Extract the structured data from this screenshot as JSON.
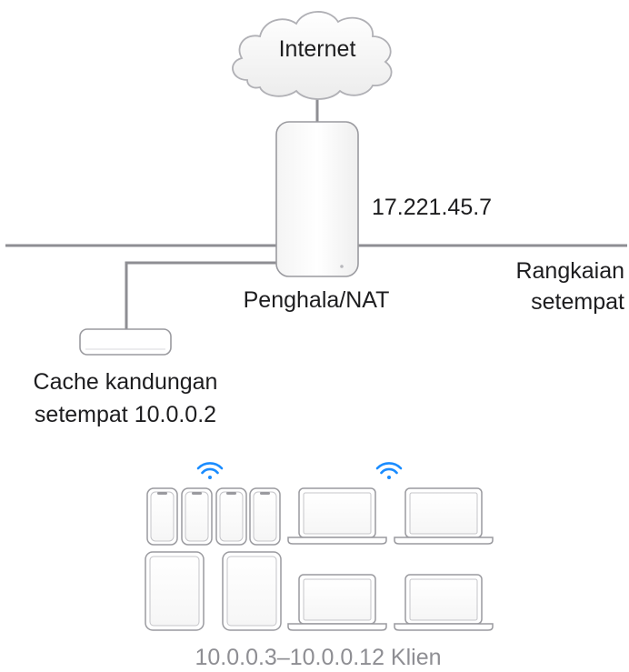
{
  "labels": {
    "internet": "Internet",
    "public_ip": "17.221.45.7",
    "router": "Penghala/NAT",
    "local_network_line1": "Rangkaian",
    "local_network_line2": "setempat",
    "cache_line1": "Cache kandungan",
    "cache_line2": "setempat 10.0.0.2",
    "clients": "10.0.0.3–10.0.0.12 Klien"
  },
  "colors": {
    "line": "#8e8e93",
    "device_stroke": "#8e8e93",
    "wifi": "#1a8cff",
    "text": "#1d1d1f",
    "caption": "#8e8e93"
  },
  "icons": {
    "cloud": "cloud-icon",
    "router": "router-icon",
    "cache": "mac-mini-icon",
    "wifi": "wifi-icon",
    "phone": "iphone-icon",
    "tablet": "ipad-icon",
    "laptop": "laptop-icon"
  }
}
